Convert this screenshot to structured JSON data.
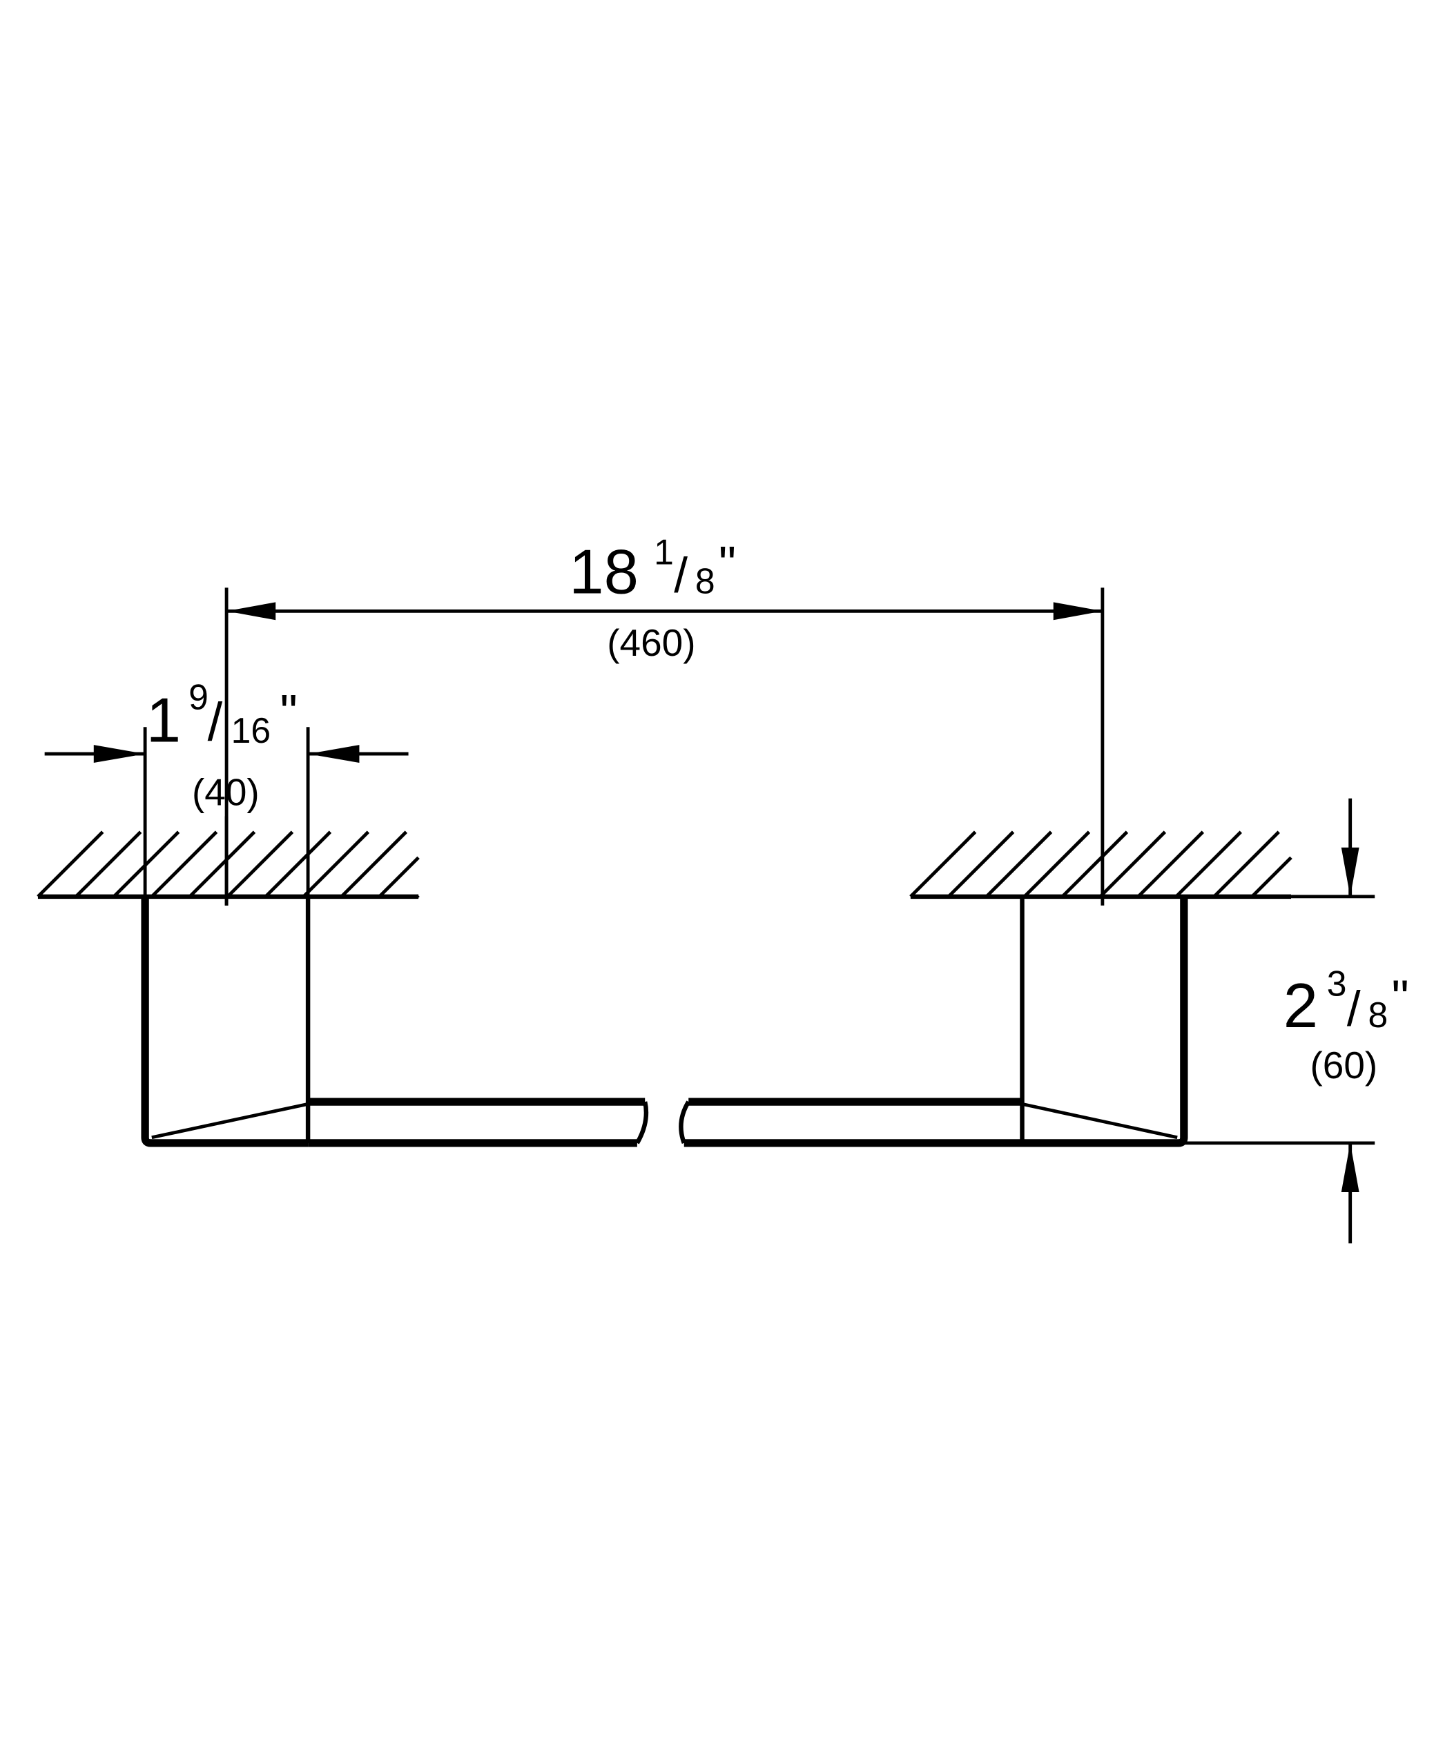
{
  "dimensions": {
    "overall_width": {
      "whole": "18",
      "numerator": "1",
      "denominator": "8",
      "unit": "\"",
      "metric": "(460)"
    },
    "bracket_width": {
      "whole": "1",
      "numerator": "9",
      "denominator": "16",
      "unit": "\"",
      "metric": "(40)"
    },
    "projection": {
      "whole": "2",
      "numerator": "3",
      "denominator": "8",
      "unit": "\"",
      "metric": "(60)"
    }
  }
}
